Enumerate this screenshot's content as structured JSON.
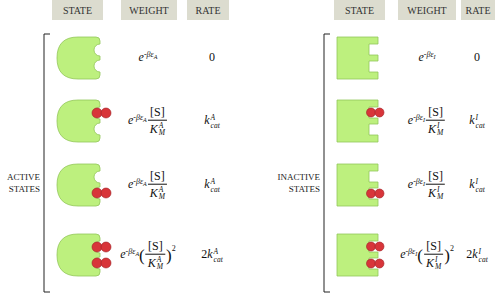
{
  "diagram": {
    "nodes": [
      {
        "text": [
          "STATE"
        ]
      },
      {
        "text": [
          "WEIGHT"
        ]
      },
      {
        "text": [
          "RATE"
        ]
      },
      {
        "text": [
          "STATE"
        ]
      },
      {
        "text": [
          "WEIGHT"
        ]
      },
      {
        "text": [
          "RATE"
        ]
      }
    ],
    "labels": [
      "ACTIVE STATES",
      "e",
      "-βε",
      "A",
      "0",
      "e",
      "-βε",
      "A",
      "[S]",
      "K",
      "A",
      "M",
      "k",
      "A",
      "cat",
      "e",
      "-βε",
      "A",
      "[S]",
      "K",
      "A",
      "M",
      "k",
      "A",
      "cat",
      "e",
      "-βε",
      "A",
      "(",
      "[S]",
      "K",
      "A",
      "M",
      ")",
      "2",
      "2",
      "k",
      "A",
      "cat",
      "INACTIVE STATES",
      "e",
      "-βε",
      "I",
      "0",
      "e",
      "-βε",
      "I",
      "[S]",
      "K",
      "I",
      "M",
      "k",
      "I",
      "cat",
      "e",
      "-βε",
      "I",
      "[S]",
      "K",
      "I",
      "M",
      "k",
      "I",
      "cat",
      "e",
      "-βε",
      "I",
      "(",
      "[S]",
      "K",
      "I",
      "M",
      ")",
      "2",
      "2",
      "k",
      "I",
      "cat"
    ]
  }
}
